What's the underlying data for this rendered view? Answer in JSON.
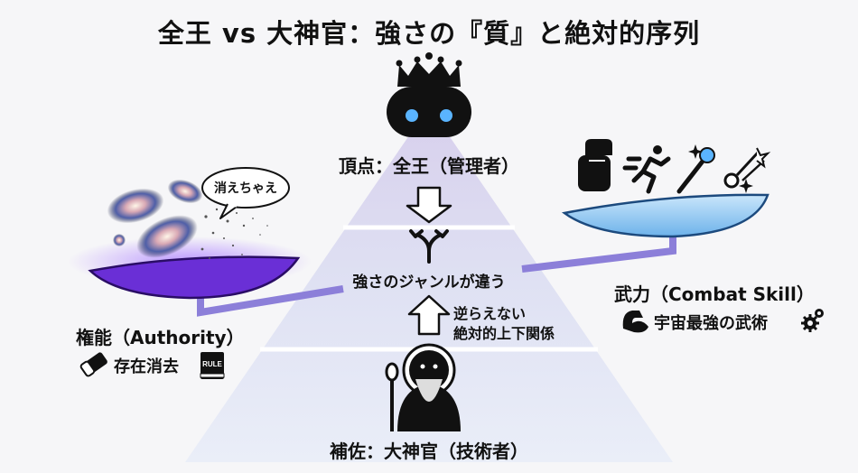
{
  "title": "全王 vs 大神官：強さの『質』と絶対的序列",
  "pyramid": {
    "top_label": "頂点：全王（管理者）",
    "middle_label": "強さのジャンルが違う",
    "hierarchy_label_1": "逆らえない",
    "hierarchy_label_2": "絶対的上下関係",
    "bottom_label": "補佐：大神官（技術者）"
  },
  "left": {
    "bubble": "消えちゃえ",
    "title": "権能（Authority）",
    "sub": "存在消去",
    "badge": "RULE"
  },
  "right": {
    "title": "武力（Combat Skill）",
    "sub": "宇宙最強の武術"
  },
  "colors": {
    "pyramid_top": "#d9d2ec",
    "pyramid_bottom": "#e9eef8",
    "purple_bowl": "#6a2fd6",
    "blue_bowl": "#8fc6f0",
    "arm": "#8c7fd9"
  }
}
